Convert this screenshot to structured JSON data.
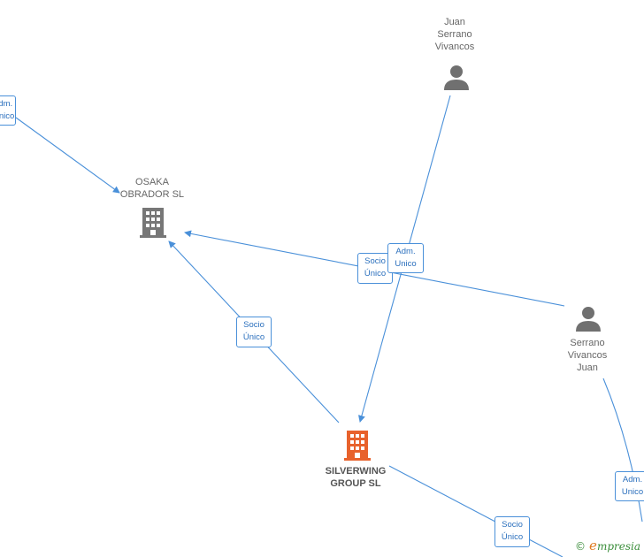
{
  "nodes": {
    "osaka": {
      "line1": "OSAKA",
      "line2": "OBRADOR  SL"
    },
    "silverwing": {
      "line1": "SILVERWING",
      "line2": "GROUP  SL"
    },
    "juan_top": {
      "line1": "Juan",
      "line2": "Serrano",
      "line3": "Vivancos"
    },
    "serrano_right": {
      "line1": "Serrano",
      "line2": "Vivancos",
      "line3": "Juan"
    }
  },
  "edge_labels": {
    "top_left": {
      "line1": "Adm.",
      "line2": "Unico"
    },
    "center_socio": {
      "line1": "Socio",
      "line2": "Único"
    },
    "center_adm": {
      "line1": "Adm.",
      "line2": "Unico"
    },
    "left_socio": {
      "line1": "Socio",
      "line2": "Único"
    },
    "bottom_socio": {
      "line1": "Socio",
      "line2": "Único"
    },
    "right_adm": {
      "line1": "Adm.",
      "line2": "Unico"
    }
  },
  "colors": {
    "edge": "#4a90d9",
    "company_icon": "#777777",
    "main_company_icon": "#e8622c",
    "person_icon": "#707070"
  },
  "icons": {
    "company": "building-icon",
    "person": "person-icon"
  },
  "brand": {
    "copyright": "©",
    "initial": "e",
    "rest": "mpresia"
  }
}
